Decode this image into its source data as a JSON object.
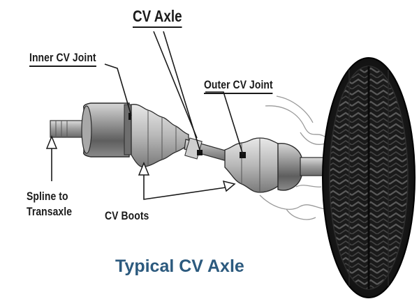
{
  "title": "CV Axle",
  "labels": {
    "inner_cv_joint": "Inner CV Joint",
    "outer_cv_joint": "Outer CV Joint",
    "spline_line1": "Spline to",
    "spline_line2": "Transaxle",
    "cv_boots": "CV Boots"
  },
  "caption": "Typical CV Axle",
  "colors": {
    "caption": "#2c5a7e",
    "ink": "#1a1a1a",
    "metal": "#8c8c8c",
    "tire": "#1b1b1b"
  }
}
